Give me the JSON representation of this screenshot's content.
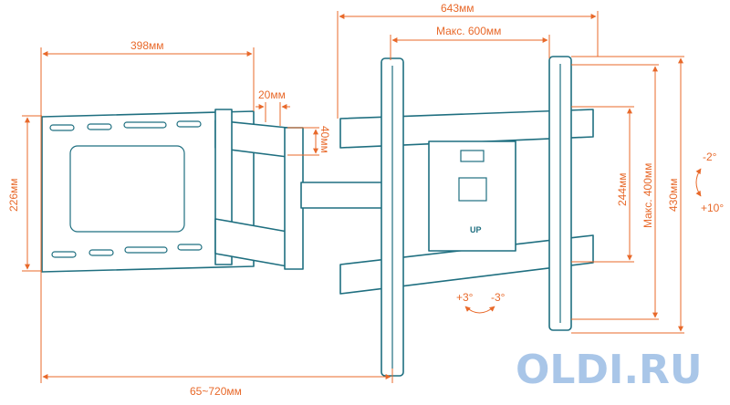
{
  "dimensions": {
    "total_width": "643мм",
    "max_vesa_width": "Макс. 600мм",
    "wall_plate_width": "398мм",
    "arm_offset": "20мм",
    "arm_thickness": "40мм",
    "wall_plate_height": "226мм",
    "bracket_inner_height": "244мм",
    "max_vesa_height": "Макс. 400мм",
    "bracket_height": "430мм",
    "extension_range": "65~720мм"
  },
  "tilt": {
    "up": "-2°",
    "down": "+10°"
  },
  "swivel": {
    "left": "+3°",
    "right": "-3°"
  },
  "plate_marking": "UP",
  "watermark": "OLDI.RU",
  "colors": {
    "line": "#1f6f80",
    "dimension": "#e8692a",
    "watermark": "#a9c6e8"
  }
}
